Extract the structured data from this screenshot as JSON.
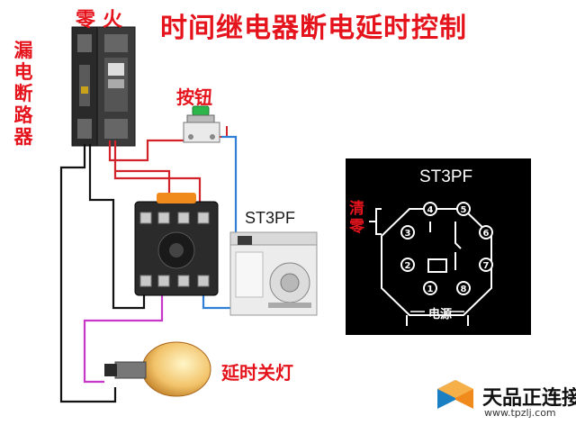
{
  "title": "时间继电器断电延时控制",
  "labels": {
    "neutral": "零",
    "live": "火",
    "breaker": [
      "漏",
      "电",
      "断",
      "路",
      "器"
    ],
    "button": "按钮",
    "relay_model": "ST3PF",
    "lamp": "延时关灯"
  },
  "pinout": {
    "model": "ST3PF",
    "clear": [
      "清",
      "零"
    ],
    "power": "电源",
    "pins": [
      "1",
      "2",
      "3",
      "4",
      "5",
      "6",
      "7",
      "8"
    ]
  },
  "watermark": {
    "text": "天品正连接",
    "url": "www.tpzlj.com"
  },
  "colors": {
    "title": "#e5141c",
    "wire_red": "#d2232a",
    "wire_black": "#111111",
    "wire_blue": "#2f7fd6",
    "wire_pink": "#c838c8",
    "panel_bg": "#000000",
    "panel_fg": "#ffffff",
    "watermark_orange": "#f08a1c",
    "watermark_blue": "#1b7fc4"
  }
}
